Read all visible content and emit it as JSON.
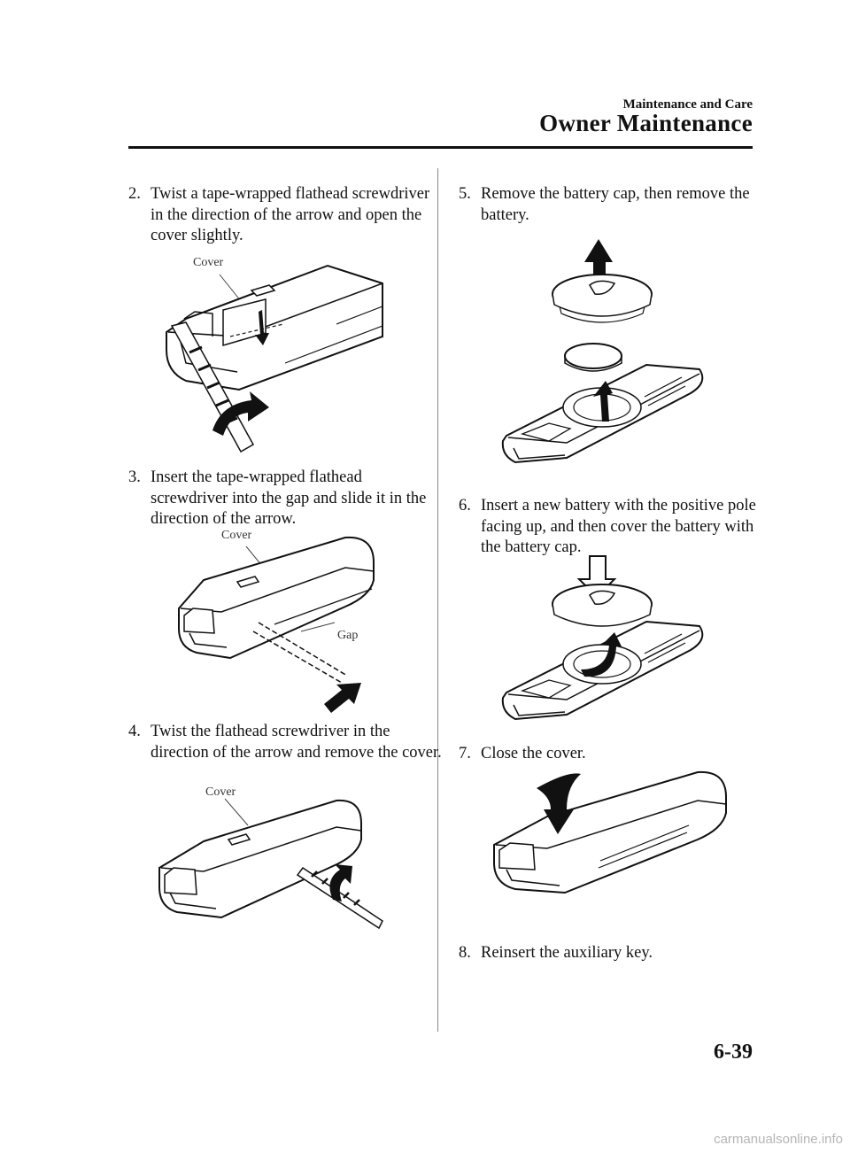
{
  "header": {
    "section": "Maintenance and Care",
    "title": "Owner Maintenance"
  },
  "steps": [
    {
      "num": "2.",
      "text": "Twist a tape-wrapped flathead screwdriver in the direction of the arrow and open the cover slightly."
    },
    {
      "num": "3.",
      "text": "Insert the tape-wrapped flathead screwdriver into the gap and slide it in the direction of the arrow."
    },
    {
      "num": "4.",
      "text": "Twist the flathead screwdriver in the direction of the arrow and remove the cover."
    },
    {
      "num": "5.",
      "text": "Remove the battery cap, then remove the battery."
    },
    {
      "num": "6.",
      "text": "Insert a new battery with the positive pole facing up, and then cover the battery with the battery cap."
    },
    {
      "num": "7.",
      "text": "Close the cover."
    },
    {
      "num": "8.",
      "text": "Reinsert the auxiliary key."
    }
  ],
  "figures": {
    "fig2_label": "Cover",
    "fig3_label_cover": "Cover",
    "fig3_label_gap": "Gap",
    "fig4_label": "Cover"
  },
  "page_number": "6-39",
  "watermark": "carmanualsonline.info"
}
